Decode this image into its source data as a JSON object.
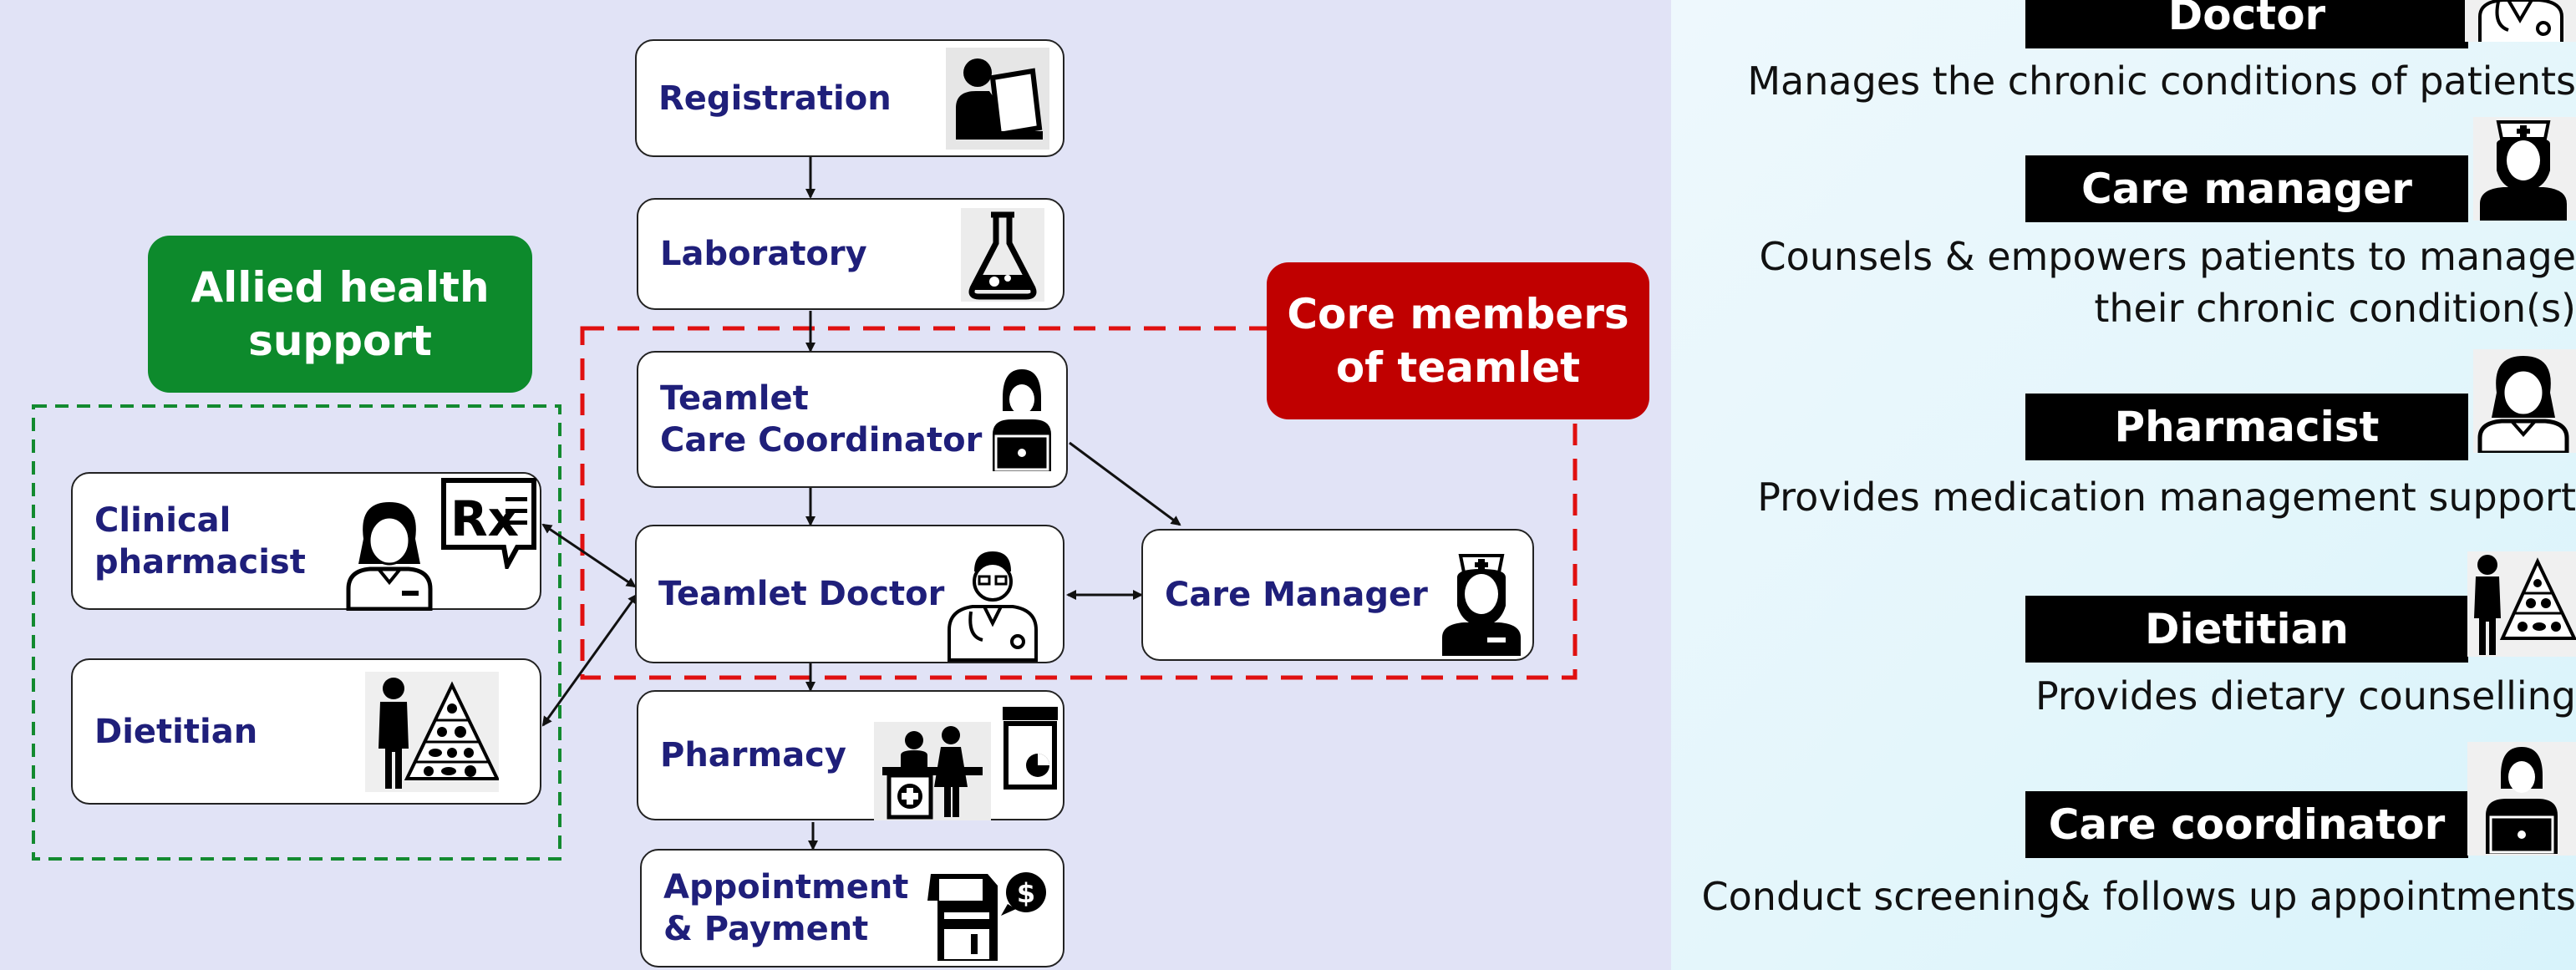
{
  "flow_boxes": {
    "registration": "Registration",
    "laboratory": "Laboratory",
    "teamlet_care_coordinator": "Teamlet\nCare Coordinator",
    "teamlet_doctor": "Teamlet Doctor",
    "care_manager": "Care Manager",
    "pharmacy": "Pharmacy",
    "appointment_payment": "Appointment\n& Payment",
    "clinical_pharmacist": "Clinical\npharmacist",
    "dietitian": "Dietitian"
  },
  "banners": {
    "allied_health": "Allied health\nsupport",
    "core_members": "Core members\nof teamlet"
  },
  "roles": [
    {
      "title": "Doctor",
      "description": "Manages the chronic conditions of patients",
      "icon": "doctor-icon"
    },
    {
      "title": "Care manager",
      "description": "Counsels & empowers patients to manage\ntheir chronic condition(s)",
      "icon": "nurse-icon"
    },
    {
      "title": "Pharmacist",
      "description": "Provides medication management support",
      "icon": "pharmacist-icon"
    },
    {
      "title": "Dietitian",
      "description": "Provides dietary counselling",
      "icon": "dietitian-icon"
    },
    {
      "title": "Care coordinator",
      "description": "Conduct screening& follows up appointments",
      "icon": "care-coordinator-icon"
    }
  ],
  "colors": {
    "left_background": "#e1e3f6",
    "box_text": "#1f1f7a",
    "allied_green": "#0d8a2c",
    "core_red": "#c00000",
    "role_bar": "#000000"
  }
}
